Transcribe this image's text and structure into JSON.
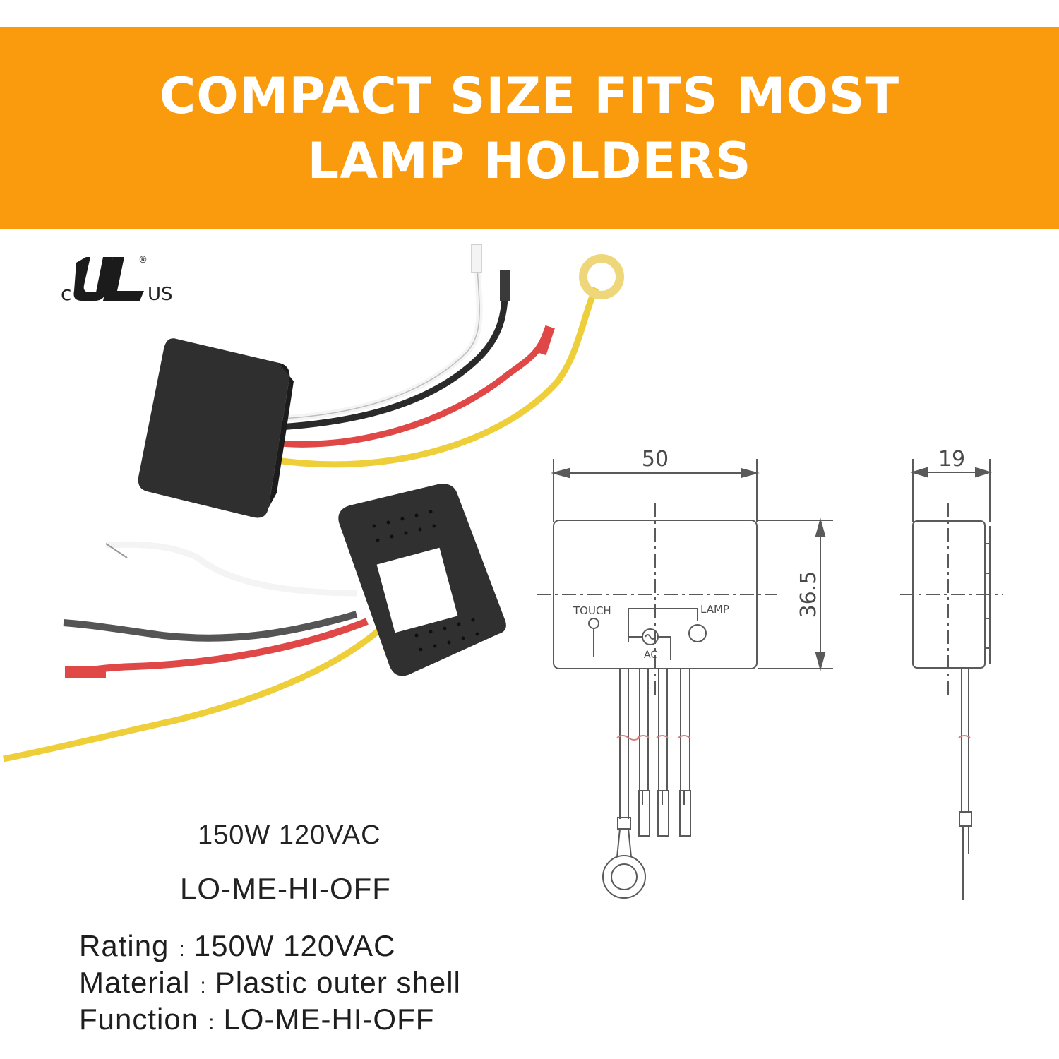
{
  "banner": {
    "line1": "COMPACT SIZE FITS MOST",
    "line2": "LAMP HOLDERS"
  },
  "certification": {
    "c": "c",
    "us": "US",
    "registered": "®"
  },
  "product": {
    "rating_caption": "150W 120VAC",
    "function_caption": "LO-ME-HI-OFF"
  },
  "specs": [
    {
      "key": "Rating",
      "sep": ":",
      "value": "150W  120VAC"
    },
    {
      "key": "Material",
      "sep": ":",
      "value": "Plastic outer shell"
    },
    {
      "key": "Function",
      "sep": ":",
      "value": "LO-ME-HI-OFF"
    }
  ],
  "drawing": {
    "width_dim": "50",
    "height_dim": "36.5",
    "depth_dim": "19",
    "label_touch": "TOUCH",
    "label_lamp": "LAMP",
    "label_ac": "AC"
  },
  "colors": {
    "banner": "#f99b0c",
    "module": "#2f2f2f",
    "wire_white": "#f4f4f4",
    "wire_black": "#2a2a2a",
    "wire_red": "#e04848",
    "wire_yellow": "#eecf3a",
    "drawing_line": "#5a5a5a"
  }
}
